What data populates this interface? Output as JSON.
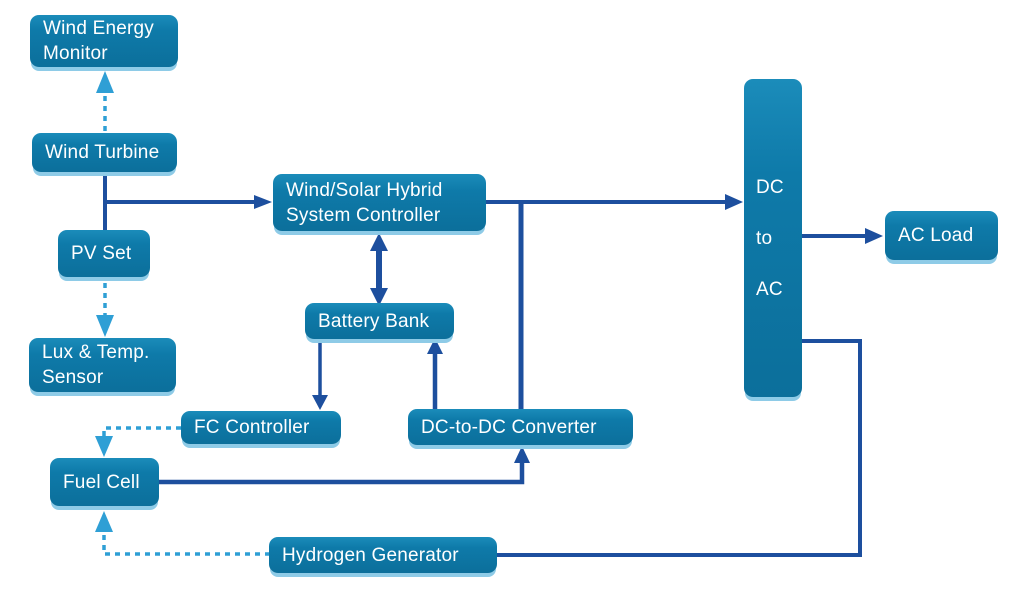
{
  "diagram": {
    "background": "#ffffff",
    "colors": {
      "node_fill": "#0e7aa9",
      "node_text": "#ffffff",
      "node_reflection": "#8ecbe7",
      "solid_connector": "#1d4f9e",
      "dashed_connector": "#2f9fd5"
    },
    "nodes": {
      "wind_energy_monitor": {
        "label": "Wind Energy Monitor"
      },
      "wind_turbine": {
        "label": "Wind Turbine"
      },
      "pv_set": {
        "label": "PV Set"
      },
      "lux_temp_sensor": {
        "label": "Lux & Temp. Sensor"
      },
      "system_controller": {
        "label": "Wind/Solar Hybrid System Controller"
      },
      "battery_bank": {
        "label": "Battery Bank"
      },
      "fc_controller": {
        "label": "FC Controller"
      },
      "dc_to_dc_converter": {
        "label": "DC-to-DC Converter"
      },
      "fuel_cell": {
        "label": "Fuel Cell"
      },
      "hydrogen_generator": {
        "label": "Hydrogen Generator"
      },
      "dc_to_ac_inverter": {
        "lines": [
          "DC",
          "to",
          "AC"
        ]
      },
      "ac_load": {
        "label": "AC Load"
      }
    },
    "connections": [
      {
        "from": "wind_turbine",
        "to": "wind_energy_monitor",
        "style": "dashed",
        "arrow": "to"
      },
      {
        "from": "wind_turbine",
        "to": "system_controller",
        "style": "solid",
        "arrow": "to"
      },
      {
        "from": "pv_set",
        "to": "lux_temp_sensor",
        "style": "dashed",
        "arrow": "to"
      },
      {
        "from": "pv_set",
        "to": "system_controller",
        "style": "solid",
        "arrow": "to"
      },
      {
        "from": "system_controller",
        "to": "battery_bank",
        "style": "solid",
        "arrow": "both"
      },
      {
        "from": "system_controller",
        "to": "dc_to_ac_inverter",
        "style": "solid",
        "arrow": "to"
      },
      {
        "from": "system_controller",
        "to": "dc_to_dc_converter",
        "style": "solid",
        "arrow": "none"
      },
      {
        "from": "battery_bank",
        "to": "fc_controller",
        "style": "solid",
        "arrow": "to"
      },
      {
        "from": "dc_to_dc_converter",
        "to": "battery_bank",
        "style": "solid",
        "arrow": "to"
      },
      {
        "from": "fc_controller",
        "to": "fuel_cell",
        "style": "dashed",
        "arrow": "to"
      },
      {
        "from": "fuel_cell",
        "to": "dc_to_dc_converter",
        "style": "solid",
        "arrow": "to"
      },
      {
        "from": "hydrogen_generator",
        "to": "fuel_cell",
        "style": "dashed",
        "arrow": "to"
      },
      {
        "from": "hydrogen_generator",
        "to": "dc_to_ac_inverter",
        "style": "solid",
        "arrow": "none"
      },
      {
        "from": "dc_to_ac_inverter",
        "to": "ac_load",
        "style": "solid",
        "arrow": "to"
      }
    ]
  }
}
